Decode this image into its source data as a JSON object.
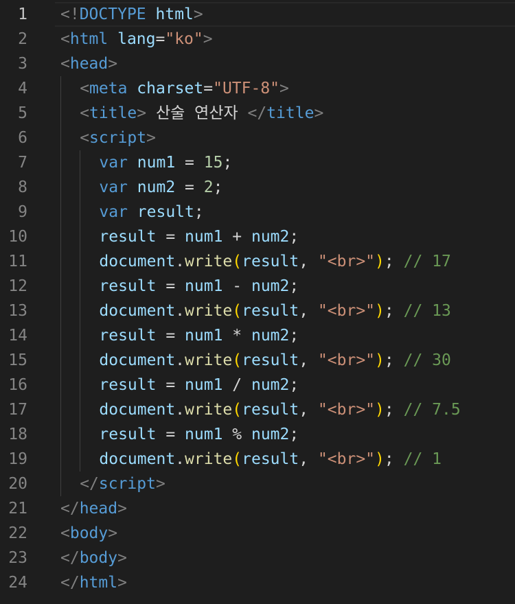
{
  "editor": {
    "language": "html",
    "colors": {
      "background": "#1e1e1e",
      "line_number": "#858585",
      "line_number_active": "#c6c6c6",
      "tag": "#569cd6",
      "attribute": "#9cdcfe",
      "string": "#ce9178",
      "keyword": "#569cd6",
      "variable": "#9cdcfe",
      "number": "#b5cea8",
      "function": "#dcdcaa",
      "bracket": "#ffd700",
      "comment": "#6a9955",
      "punctuation": "#808080"
    },
    "active_line": 1,
    "lines": [
      {
        "number": "1",
        "indent": 0,
        "tokens": [
          {
            "t": "punc",
            "v": "<!"
          },
          {
            "t": "tag",
            "v": "DOCTYPE"
          },
          {
            "t": "text",
            "v": " "
          },
          {
            "t": "attr",
            "v": "html"
          },
          {
            "t": "punc",
            "v": ">"
          }
        ]
      },
      {
        "number": "2",
        "indent": 0,
        "tokens": [
          {
            "t": "punc",
            "v": "<"
          },
          {
            "t": "tag",
            "v": "html"
          },
          {
            "t": "text",
            "v": " "
          },
          {
            "t": "attr",
            "v": "lang"
          },
          {
            "t": "op",
            "v": "="
          },
          {
            "t": "str",
            "v": "\"ko\""
          },
          {
            "t": "punc",
            "v": ">"
          }
        ]
      },
      {
        "number": "3",
        "indent": 0,
        "tokens": [
          {
            "t": "punc",
            "v": "<"
          },
          {
            "t": "tag",
            "v": "head"
          },
          {
            "t": "punc",
            "v": ">"
          }
        ]
      },
      {
        "number": "4",
        "indent": 1,
        "tokens": [
          {
            "t": "punc",
            "v": "<"
          },
          {
            "t": "tag",
            "v": "meta"
          },
          {
            "t": "text",
            "v": " "
          },
          {
            "t": "attr",
            "v": "charset"
          },
          {
            "t": "op",
            "v": "="
          },
          {
            "t": "str",
            "v": "\"UTF-8\""
          },
          {
            "t": "punc",
            "v": ">"
          }
        ]
      },
      {
        "number": "5",
        "indent": 1,
        "tokens": [
          {
            "t": "punc",
            "v": "<"
          },
          {
            "t": "tag",
            "v": "title"
          },
          {
            "t": "punc",
            "v": ">"
          },
          {
            "t": "text",
            "v": " 산술 연산자 "
          },
          {
            "t": "punc",
            "v": "</"
          },
          {
            "t": "tag",
            "v": "title"
          },
          {
            "t": "punc",
            "v": ">"
          }
        ]
      },
      {
        "number": "6",
        "indent": 1,
        "tokens": [
          {
            "t": "punc",
            "v": "<"
          },
          {
            "t": "tag",
            "v": "script"
          },
          {
            "t": "punc",
            "v": ">"
          }
        ]
      },
      {
        "number": "7",
        "indent": 2,
        "tokens": [
          {
            "t": "kw",
            "v": "var"
          },
          {
            "t": "text",
            "v": " "
          },
          {
            "t": "var",
            "v": "num1"
          },
          {
            "t": "op",
            "v": " = "
          },
          {
            "t": "num",
            "v": "15"
          },
          {
            "t": "op",
            "v": ";"
          }
        ]
      },
      {
        "number": "8",
        "indent": 2,
        "tokens": [
          {
            "t": "kw",
            "v": "var"
          },
          {
            "t": "text",
            "v": " "
          },
          {
            "t": "var",
            "v": "num2"
          },
          {
            "t": "op",
            "v": " = "
          },
          {
            "t": "num",
            "v": "2"
          },
          {
            "t": "op",
            "v": ";"
          }
        ]
      },
      {
        "number": "9",
        "indent": 2,
        "tokens": [
          {
            "t": "kw",
            "v": "var"
          },
          {
            "t": "text",
            "v": " "
          },
          {
            "t": "var",
            "v": "result"
          },
          {
            "t": "op",
            "v": ";"
          }
        ]
      },
      {
        "number": "10",
        "indent": 2,
        "tokens": [
          {
            "t": "var",
            "v": "result"
          },
          {
            "t": "op",
            "v": " = "
          },
          {
            "t": "var",
            "v": "num1"
          },
          {
            "t": "op",
            "v": " + "
          },
          {
            "t": "var",
            "v": "num2"
          },
          {
            "t": "op",
            "v": ";"
          }
        ]
      },
      {
        "number": "11",
        "indent": 2,
        "tokens": [
          {
            "t": "var",
            "v": "document"
          },
          {
            "t": "op",
            "v": "."
          },
          {
            "t": "fn",
            "v": "write"
          },
          {
            "t": "br",
            "v": "("
          },
          {
            "t": "var",
            "v": "result"
          },
          {
            "t": "op",
            "v": ", "
          },
          {
            "t": "str",
            "v": "\"<br>\""
          },
          {
            "t": "br",
            "v": ")"
          },
          {
            "t": "op",
            "v": "; "
          },
          {
            "t": "com",
            "v": "// 17"
          }
        ]
      },
      {
        "number": "12",
        "indent": 2,
        "tokens": [
          {
            "t": "var",
            "v": "result"
          },
          {
            "t": "op",
            "v": " = "
          },
          {
            "t": "var",
            "v": "num1"
          },
          {
            "t": "op",
            "v": " - "
          },
          {
            "t": "var",
            "v": "num2"
          },
          {
            "t": "op",
            "v": ";"
          }
        ]
      },
      {
        "number": "13",
        "indent": 2,
        "tokens": [
          {
            "t": "var",
            "v": "document"
          },
          {
            "t": "op",
            "v": "."
          },
          {
            "t": "fn",
            "v": "write"
          },
          {
            "t": "br",
            "v": "("
          },
          {
            "t": "var",
            "v": "result"
          },
          {
            "t": "op",
            "v": ", "
          },
          {
            "t": "str",
            "v": "\"<br>\""
          },
          {
            "t": "br",
            "v": ")"
          },
          {
            "t": "op",
            "v": "; "
          },
          {
            "t": "com",
            "v": "// 13"
          }
        ]
      },
      {
        "number": "14",
        "indent": 2,
        "tokens": [
          {
            "t": "var",
            "v": "result"
          },
          {
            "t": "op",
            "v": " = "
          },
          {
            "t": "var",
            "v": "num1"
          },
          {
            "t": "op",
            "v": " * "
          },
          {
            "t": "var",
            "v": "num2"
          },
          {
            "t": "op",
            "v": ";"
          }
        ]
      },
      {
        "number": "15",
        "indent": 2,
        "tokens": [
          {
            "t": "var",
            "v": "document"
          },
          {
            "t": "op",
            "v": "."
          },
          {
            "t": "fn",
            "v": "write"
          },
          {
            "t": "br",
            "v": "("
          },
          {
            "t": "var",
            "v": "result"
          },
          {
            "t": "op",
            "v": ", "
          },
          {
            "t": "str",
            "v": "\"<br>\""
          },
          {
            "t": "br",
            "v": ")"
          },
          {
            "t": "op",
            "v": "; "
          },
          {
            "t": "com",
            "v": "// 30"
          }
        ]
      },
      {
        "number": "16",
        "indent": 2,
        "tokens": [
          {
            "t": "var",
            "v": "result"
          },
          {
            "t": "op",
            "v": " = "
          },
          {
            "t": "var",
            "v": "num1"
          },
          {
            "t": "op",
            "v": " / "
          },
          {
            "t": "var",
            "v": "num2"
          },
          {
            "t": "op",
            "v": ";"
          }
        ]
      },
      {
        "number": "17",
        "indent": 2,
        "tokens": [
          {
            "t": "var",
            "v": "document"
          },
          {
            "t": "op",
            "v": "."
          },
          {
            "t": "fn",
            "v": "write"
          },
          {
            "t": "br",
            "v": "("
          },
          {
            "t": "var",
            "v": "result"
          },
          {
            "t": "op",
            "v": ", "
          },
          {
            "t": "str",
            "v": "\"<br>\""
          },
          {
            "t": "br",
            "v": ")"
          },
          {
            "t": "op",
            "v": "; "
          },
          {
            "t": "com",
            "v": "// 7.5"
          }
        ]
      },
      {
        "number": "18",
        "indent": 2,
        "tokens": [
          {
            "t": "var",
            "v": "result"
          },
          {
            "t": "op",
            "v": " = "
          },
          {
            "t": "var",
            "v": "num1"
          },
          {
            "t": "op",
            "v": " % "
          },
          {
            "t": "var",
            "v": "num2"
          },
          {
            "t": "op",
            "v": ";"
          }
        ]
      },
      {
        "number": "19",
        "indent": 2,
        "tokens": [
          {
            "t": "var",
            "v": "document"
          },
          {
            "t": "op",
            "v": "."
          },
          {
            "t": "fn",
            "v": "write"
          },
          {
            "t": "br",
            "v": "("
          },
          {
            "t": "var",
            "v": "result"
          },
          {
            "t": "op",
            "v": ", "
          },
          {
            "t": "str",
            "v": "\"<br>\""
          },
          {
            "t": "br",
            "v": ")"
          },
          {
            "t": "op",
            "v": "; "
          },
          {
            "t": "com",
            "v": "// 1"
          }
        ]
      },
      {
        "number": "20",
        "indent": 1,
        "tokens": [
          {
            "t": "punc",
            "v": "</"
          },
          {
            "t": "tag",
            "v": "script"
          },
          {
            "t": "punc",
            "v": ">"
          }
        ]
      },
      {
        "number": "21",
        "indent": 0,
        "tokens": [
          {
            "t": "punc",
            "v": "</"
          },
          {
            "t": "tag",
            "v": "head"
          },
          {
            "t": "punc",
            "v": ">"
          }
        ]
      },
      {
        "number": "22",
        "indent": 0,
        "tokens": [
          {
            "t": "punc",
            "v": "<"
          },
          {
            "t": "tag",
            "v": "body"
          },
          {
            "t": "punc",
            "v": ">"
          }
        ]
      },
      {
        "number": "23",
        "indent": 0,
        "tokens": [
          {
            "t": "punc",
            "v": "</"
          },
          {
            "t": "tag",
            "v": "body"
          },
          {
            "t": "punc",
            "v": ">"
          }
        ]
      },
      {
        "number": "24",
        "indent": 0,
        "tokens": [
          {
            "t": "punc",
            "v": "</"
          },
          {
            "t": "tag",
            "v": "html"
          },
          {
            "t": "punc",
            "v": ">"
          }
        ]
      }
    ]
  }
}
